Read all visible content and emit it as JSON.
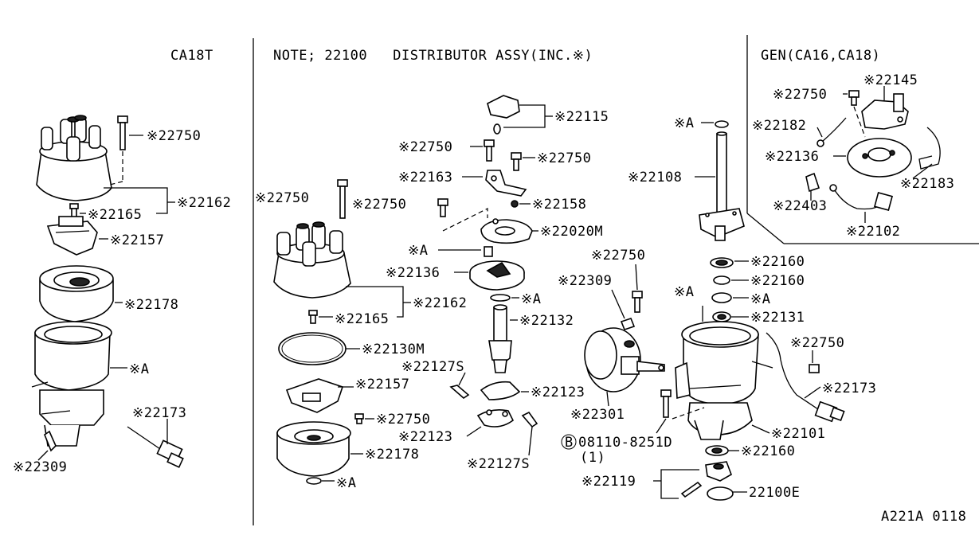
{
  "headers": {
    "ca18t": "CA18T",
    "note": "NOTE; 22100   DISTRIBUTOR ASSY(INC.※)",
    "gen": "GEN(CA16,CA18)"
  },
  "footer": {
    "code": "A221A 0118"
  },
  "left_labels": {
    "l1": "※22750",
    "l2": "※22162",
    "l3": "※22165",
    "l4": "※22157",
    "l5": "※22178",
    "l6": "※A",
    "l7": "※22173",
    "l8": "※22309"
  },
  "center_labels": {
    "c1": "※22115",
    "c2": "※22750",
    "c3": "※22750",
    "c4": "※22163",
    "c5": "※22158",
    "c6": "※22750",
    "c7": "※22750",
    "c8": "※22020M",
    "c9": "※A",
    "c10": "※22136",
    "c11": "※A",
    "c12": "※22162",
    "c13": "※22165",
    "c14": "※22132",
    "c15": "※22130M",
    "c16": "※22127S",
    "c17": "※22157",
    "c18": "※22123",
    "c19": "※22750",
    "c20": "※22123",
    "c21": "※22178",
    "c22": "※22127S",
    "c23": "※A"
  },
  "right_labels": {
    "r1": "※A",
    "r2": "※22108",
    "r3": "※22750",
    "r4": "※22309",
    "r5": "※22160",
    "r6": "※22160",
    "r7": "※A",
    "r8": "※A",
    "r9": "※22131",
    "r10": "※22750",
    "r11": "※22173",
    "r12": "※22301",
    "r13": "08110-8251D",
    "r14": "(1)",
    "r15": "※22101",
    "r16": "※22160",
    "r17": "※22119",
    "r18": "22100E",
    "r19": "B"
  },
  "gen_labels": {
    "g1": "※22145",
    "g2": "※22750",
    "g3": "※22182",
    "g4": "※22136",
    "g5": "※22183",
    "g6": "※22403",
    "g7": "※22102"
  }
}
